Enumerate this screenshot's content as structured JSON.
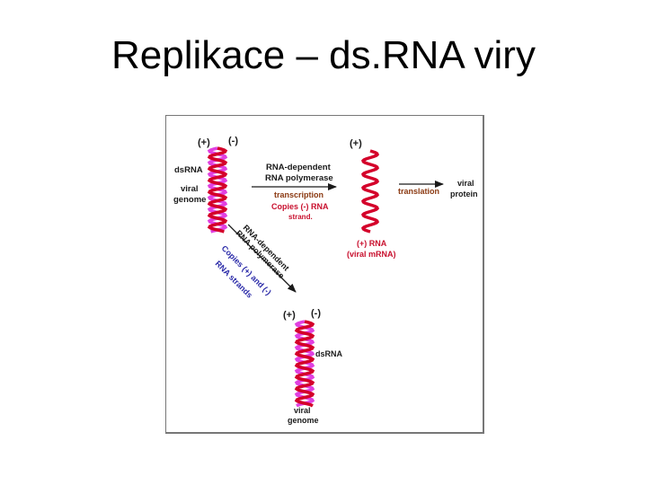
{
  "slide": {
    "title": "Replikace – ds.RNA viry"
  },
  "colors": {
    "strand_plus": "#d4002a",
    "strand_minus": "#e040e0",
    "label_black": "#1a1a1a",
    "label_red": "#c8102e",
    "label_brown": "#8b3a12",
    "label_blue": "#2a2aa8"
  },
  "diagram": {
    "top_helix": {
      "plus_label": "(+)",
      "minus_label": "(-)",
      "dsrna_label": "dsRNA",
      "viral_genome_line1": "viral",
      "viral_genome_line2": "genome"
    },
    "transcription": {
      "enzyme_line1": "RNA-dependent",
      "enzyme_line2": "RNA polymerase",
      "process": "transcription",
      "note_line1": "Copies (-) RNA",
      "note_line2": "strand."
    },
    "mrna": {
      "plus_label": "(+)",
      "caption_line1": "(+) RNA",
      "caption_line2": "(viral mRNA)"
    },
    "translation": {
      "process": "translation",
      "product_line1": "viral",
      "product_line2": "protein"
    },
    "replication": {
      "enzyme_line1": "RNA-dependent",
      "enzyme_line2": "RNA polymerase",
      "note_line1": "Copies (+) and (-)",
      "note_line2": "RNA strands"
    },
    "bottom_helix": {
      "plus_label": "(+)",
      "minus_label": "(-)",
      "dsrna_label": "dsRNA",
      "viral_genome_line1": "viral",
      "viral_genome_line2": "genome"
    }
  }
}
